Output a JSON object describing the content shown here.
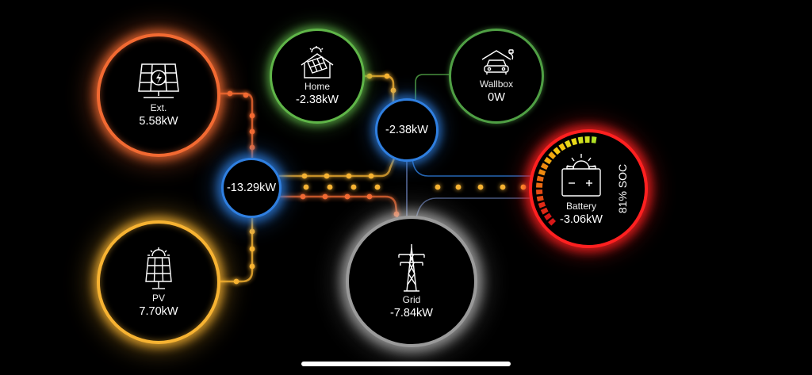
{
  "nodes": {
    "ext": {
      "label": "Ext.",
      "value": "5.58kW",
      "icon": "solar-panel-bolt-icon",
      "color": "#f26a32"
    },
    "pv": {
      "label": "PV",
      "value": "7.70kW",
      "icon": "solar-panel-sun-icon",
      "color": "#f7b332"
    },
    "home": {
      "label": "Home",
      "value": "-2.38kW",
      "icon": "house-solar-icon",
      "color": "#5fb548"
    },
    "wallbox": {
      "label": "Wallbox",
      "value": "0W",
      "icon": "ev-car-icon",
      "color": "#4f9f44"
    },
    "hub_main": {
      "value": "-13.29kW",
      "color": "#2f7fe0"
    },
    "hub_home": {
      "value": "-2.38kW",
      "color": "#2f7fe0"
    },
    "grid": {
      "label": "Grid",
      "value": "-7.84kW",
      "icon": "power-pylon-icon",
      "color": "#9a9a9a"
    },
    "battery": {
      "label": "Battery",
      "value": "-3.06kW",
      "icon": "battery-sun-icon",
      "color": "#ff2020",
      "soc_text": "81% SOC",
      "soc_percent": 81
    }
  },
  "colors": {
    "background": "#000000",
    "flow_orange": "#f26a32",
    "flow_yellow": "#f7b332",
    "flow_green": "#5fb548",
    "flow_blue": "#2f7fe0",
    "flow_red": "#ff2020"
  }
}
